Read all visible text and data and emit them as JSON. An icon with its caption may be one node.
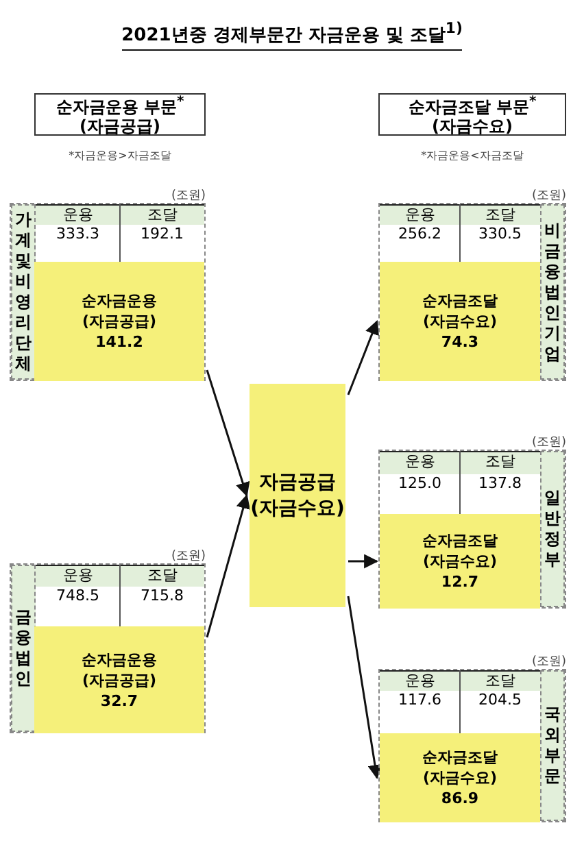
{
  "diagram": {
    "title": "2021년중 경제부문간 자금운용 및 조달$^{1)}$",
    "nodes": [
      {
        "text": [
          "순자금운용 부문$^{*}$ (자금공급)"
        ],
        "beside": [
          "*자금운용>자금조달"
        ]
      },
      {
        "text": [
          "순자금조달 부문$^{*}$ (자금수요)"
        ],
        "beside": [
          "*자금운용<자금조달"
        ]
      },
      {
        "text": [
          "가계및비영리단체",
          "운용",
          "조달",
          "333.3",
          "192.1"
        ],
        "beside": [
          "(조원)"
        ]
      },
      {
        "text": [
          "순자금운용 (자금공급)",
          "141.2"
        ],
        "in": 2
      },
      {
        "text": [
          "금융법인",
          "운용",
          "조달",
          "748.5",
          "715.8"
        ],
        "beside": [
          "(조원)"
        ]
      },
      {
        "text": [
          "순자금운용 (자금공급)",
          "32.7"
        ],
        "in": 4
      },
      {
        "text": [
          "자금공급 (자금수요)"
        ]
      },
      {
        "text": [
          "비금융법인기업",
          "운용",
          "조달",
          "256.2",
          "330.5"
        ],
        "beside": [
          "(조원)"
        ]
      },
      {
        "text": [
          "순자금조달 (자금수요)",
          "74.3"
        ],
        "in": 7
      },
      {
        "text": [
          "일반정부",
          "운용",
          "조달",
          "125.0",
          "137.8"
        ],
        "beside": [
          "(조원)"
        ]
      },
      {
        "text": [
          "순자금조달 (자금수요)",
          "12.7"
        ],
        "in": 9
      },
      {
        "text": [
          "국외부문",
          "운용",
          "조달",
          "117.6",
          "204.5"
        ],
        "beside": [
          "(조원)"
        ]
      },
      {
        "text": [
          "순자금조달 (자금수요)",
          "86.9"
        ],
        "in": 11
      }
    ],
    "edges": [
      {
        "from": 3,
        "to": 6,
        "arrow": "to"
      },
      {
        "from": 5,
        "to": 6,
        "arrow": "to"
      },
      {
        "from": 6,
        "to": 8,
        "arrow": "to"
      },
      {
        "from": 6,
        "to": 10,
        "arrow": "to"
      },
      {
        "from": 6,
        "to": 12,
        "arrow": "to"
      }
    ]
  }
}
